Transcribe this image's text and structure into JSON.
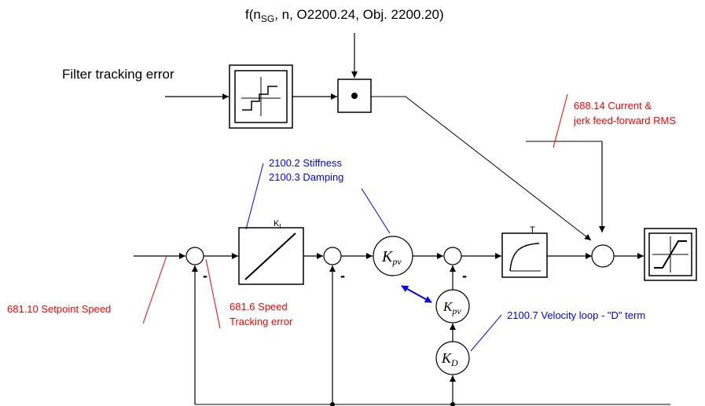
{
  "labels": {
    "top_function": {
      "prefix": "f(n",
      "sub": "SG",
      "rest": ", n, O2200.24, Obj. 2200.20)"
    },
    "filter_tracking_error": "Filter tracking error",
    "rms_line1": "688.14 Current &",
    "rms_line2": "jerk feed-forward RMS",
    "stiffness": "2100.2 Stiffness",
    "damping": "2100.3 Damping",
    "setpoint_speed": "681.10 Setpoint Speed",
    "speed_tracking_line1": "681.6 Speed",
    "speed_tracking_line2": "Tracking error",
    "d_term": "2100.7 Velocity loop - \"D\" term",
    "ki_label": "K",
    "ki_sub": "I",
    "t_label": "T",
    "kpv": {
      "main": "K",
      "sub": "pv"
    },
    "kd": {
      "main": "K",
      "sub": "D"
    },
    "minus": "-"
  },
  "colors": {
    "annotation_red": "#ff0000",
    "annotation_blue": "#0000ff",
    "lines": "#000000"
  }
}
